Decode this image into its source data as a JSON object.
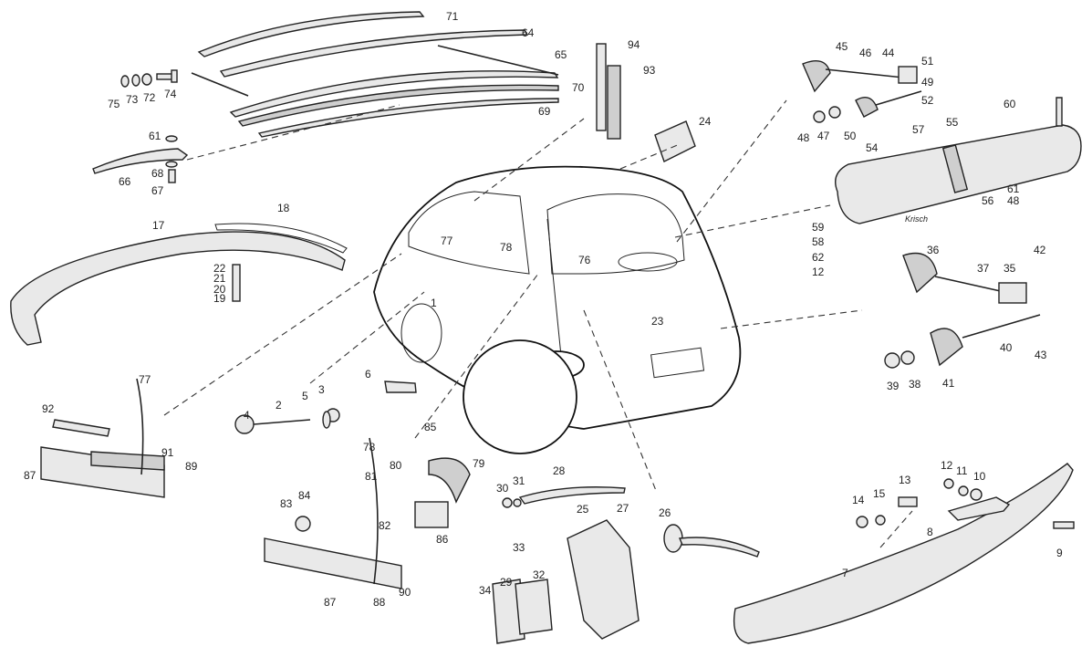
{
  "diagram": {
    "title": "Microcar body exploded parts view",
    "muffler_brand": "Krisch",
    "body_labels": [
      "1",
      "23",
      "76",
      "77",
      "78"
    ],
    "callouts": [
      {
        "id": "71"
      },
      {
        "id": "64"
      },
      {
        "id": "65"
      },
      {
        "id": "70"
      },
      {
        "id": "69"
      },
      {
        "id": "75"
      },
      {
        "id": "73"
      },
      {
        "id": "72"
      },
      {
        "id": "74"
      },
      {
        "id": "61a",
        "text": "61"
      },
      {
        "id": "68"
      },
      {
        "id": "67"
      },
      {
        "id": "66"
      },
      {
        "id": "94"
      },
      {
        "id": "93"
      },
      {
        "id": "24"
      },
      {
        "id": "45"
      },
      {
        "id": "46"
      },
      {
        "id": "44"
      },
      {
        "id": "51"
      },
      {
        "id": "49"
      },
      {
        "id": "52"
      },
      {
        "id": "48a",
        "text": "48"
      },
      {
        "id": "47"
      },
      {
        "id": "50"
      },
      {
        "id": "60"
      },
      {
        "id": "55"
      },
      {
        "id": "57"
      },
      {
        "id": "54"
      },
      {
        "id": "56"
      },
      {
        "id": "61b",
        "text": "61"
      },
      {
        "id": "48b",
        "text": "48"
      },
      {
        "id": "59"
      },
      {
        "id": "58"
      },
      {
        "id": "62"
      },
      {
        "id": "12a",
        "text": "12"
      },
      {
        "id": "36"
      },
      {
        "id": "37"
      },
      {
        "id": "35"
      },
      {
        "id": "42"
      },
      {
        "id": "40"
      },
      {
        "id": "43"
      },
      {
        "id": "39"
      },
      {
        "id": "38"
      },
      {
        "id": "41"
      },
      {
        "id": "17"
      },
      {
        "id": "18"
      },
      {
        "id": "22"
      },
      {
        "id": "21"
      },
      {
        "id": "20"
      },
      {
        "id": "19"
      },
      {
        "id": "6"
      },
      {
        "id": "4"
      },
      {
        "id": "2"
      },
      {
        "id": "5"
      },
      {
        "id": "3"
      },
      {
        "id": "77b",
        "text": "77"
      },
      {
        "id": "92"
      },
      {
        "id": "91"
      },
      {
        "id": "89"
      },
      {
        "id": "87a",
        "text": "87"
      },
      {
        "id": "85"
      },
      {
        "id": "78b",
        "text": "78"
      },
      {
        "id": "79"
      },
      {
        "id": "80"
      },
      {
        "id": "81"
      },
      {
        "id": "84"
      },
      {
        "id": "83"
      },
      {
        "id": "82"
      },
      {
        "id": "86"
      },
      {
        "id": "87b",
        "text": "87"
      },
      {
        "id": "88"
      },
      {
        "id": "90"
      },
      {
        "id": "28"
      },
      {
        "id": "30"
      },
      {
        "id": "31"
      },
      {
        "id": "25"
      },
      {
        "id": "27"
      },
      {
        "id": "26"
      },
      {
        "id": "33"
      },
      {
        "id": "32"
      },
      {
        "id": "29"
      },
      {
        "id": "34"
      },
      {
        "id": "12b",
        "text": "12"
      },
      {
        "id": "11"
      },
      {
        "id": "10"
      },
      {
        "id": "13"
      },
      {
        "id": "14"
      },
      {
        "id": "15"
      },
      {
        "id": "8"
      },
      {
        "id": "9"
      },
      {
        "id": "7"
      }
    ]
  }
}
